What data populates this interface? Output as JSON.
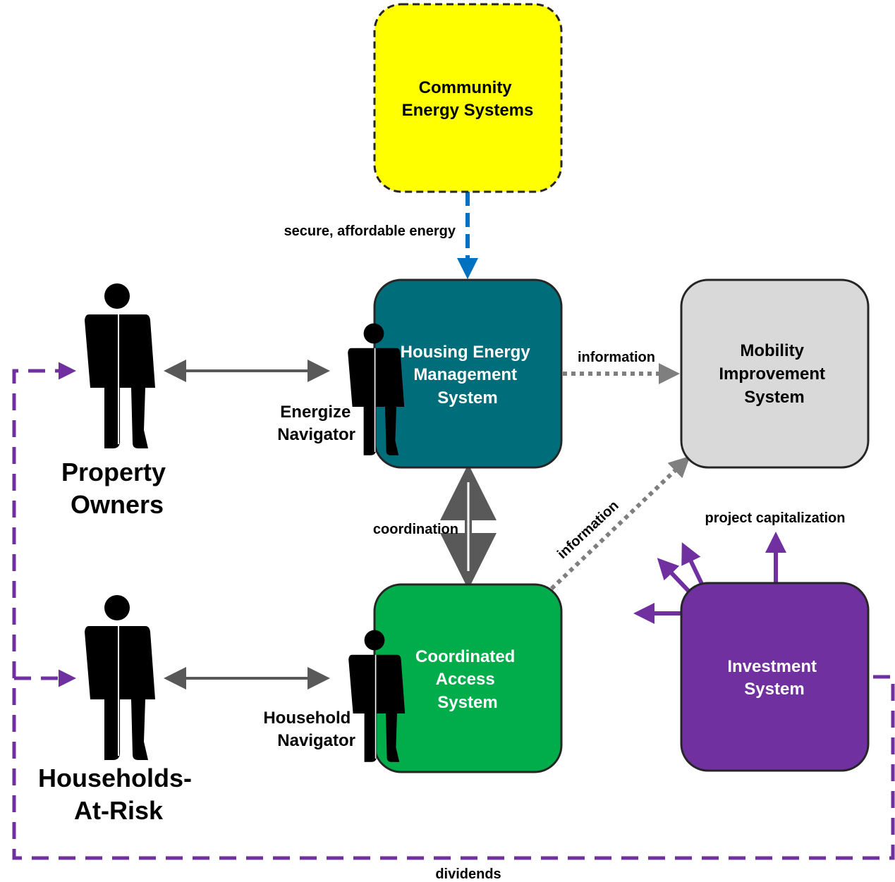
{
  "nodes": {
    "community": {
      "line1": "Community",
      "line2": "Energy Systems",
      "fill": "#ffff00"
    },
    "housing": {
      "line1": "Housing Energy",
      "line2": "Management",
      "line3": "System",
      "fill": "#006e7a"
    },
    "mobility": {
      "line1": "Mobility",
      "line2": "Improvement",
      "line3": "System",
      "fill": "#d9d9d9"
    },
    "coordinated": {
      "line1": "Coordinated",
      "line2": "Access",
      "line3": "System",
      "fill": "#00ad4a"
    },
    "investment": {
      "line1": "Investment",
      "line2": "System",
      "fill": "#7030a0"
    }
  },
  "actors": {
    "property_owners": {
      "line1": "Property",
      "line2": "Owners"
    },
    "households": {
      "line1": "Households-",
      "line2": "At-Risk"
    },
    "energize_navigator": {
      "line1": "Energize",
      "line2": "Navigator"
    },
    "household_navigator": {
      "line1": "Household",
      "line2": "Navigator"
    }
  },
  "edges": {
    "energy": "secure, affordable energy",
    "info_top": "information",
    "coordination": "coordination",
    "info_diag": "information",
    "capitalization": "project capitalization",
    "dividends": "dividends"
  },
  "colors": {
    "arrow_gray": "#595959",
    "dotted_gray": "#7f7f7f",
    "blue": "#0070c0",
    "purple": "#7030a0",
    "outline": "#262626"
  }
}
